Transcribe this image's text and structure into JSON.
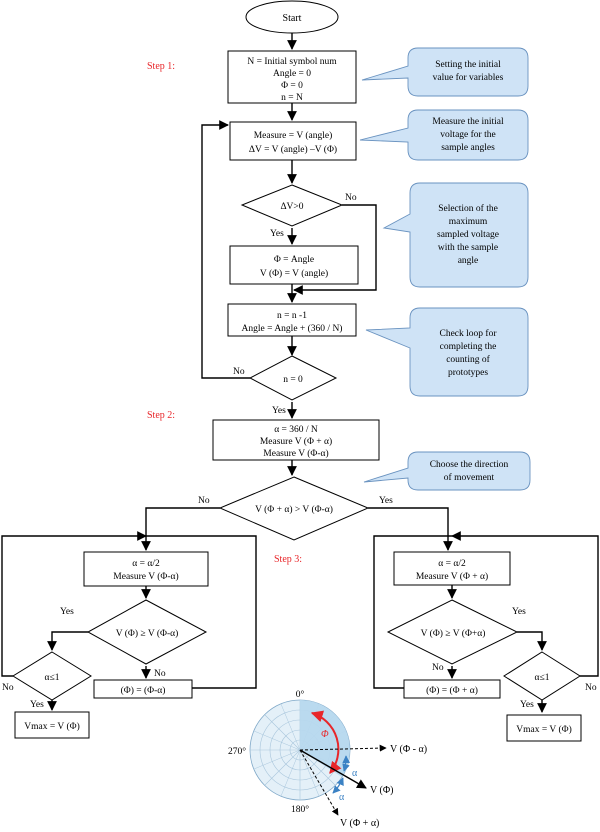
{
  "start": "Start",
  "steps": {
    "step1": "Step 1:",
    "step2": "Step 2:",
    "step3": "Step 3:"
  },
  "init_box": [
    "N = Initial symbol num",
    "Angle = 0",
    "Φ = 0",
    "n = N"
  ],
  "measure_box": [
    "Measure = V (angle)",
    "ΔV = V (angle) –V (Φ)"
  ],
  "decision_dv": "ΔV>0",
  "update_box": [
    "Φ = Angle",
    "V (Φ) = V (angle)"
  ],
  "loop_box": [
    "n = n -1",
    "Angle = Angle + (360 / N)"
  ],
  "decision_n": "n = 0",
  "step2_box": [
    "α = 360 / N",
    "Measure V (Φ + α)",
    "Measure V (Φ-α)"
  ],
  "decision_dir": "V (Φ + α) > V (Φ-α)",
  "left_halve": [
    "α = α/2",
    "Measure V (Φ-α)"
  ],
  "right_halve": [
    "α = α/2",
    "Measure V (Φ + α)"
  ],
  "left_compare": "V (Φ) ≥ V (Φ-α)",
  "right_compare": "V (Φ) ≥ V (Φ+α)",
  "left_alpha": "α≤1",
  "right_alpha": "α≤1",
  "left_assign": "(Φ) = (Φ-α)",
  "right_assign": "(Φ) = (Φ + α)",
  "left_vmax": "Vmax = V (Φ)",
  "right_vmax": "Vmax = V (Φ)",
  "labels": {
    "yes": "Yes",
    "no": "No"
  },
  "callouts": {
    "c1": [
      "Setting the initial",
      "value for variables"
    ],
    "c2": [
      "Measure the initial",
      "voltage for the",
      "sample angles"
    ],
    "c3": [
      "Selection of the",
      "maximum",
      "sampled voltage",
      "with the sample",
      "angle"
    ],
    "c4": [
      "Check loop for",
      "completing the",
      "counting of",
      "prototypes"
    ],
    "c5": [
      "Choose the direction",
      "of movement"
    ]
  },
  "polar": {
    "deg0": "0°",
    "deg270": "270°",
    "deg180": "180°",
    "phi": "Φ",
    "alpha1": "α",
    "alpha2": "α",
    "v_phi_minus": "V (Φ - α)",
    "v_phi": "V (Φ)",
    "v_phi_plus": "V (Φ + α)"
  },
  "colors": {
    "step": "#e8262a",
    "callout_fill": "#cfe3f6",
    "callout_stroke": "#6a93c0",
    "polar_fill": "#e4f0f8",
    "polar_sector": "#b7d8ee",
    "phi_arc": "#e8262a",
    "alpha_arc": "#3b82c4"
  }
}
